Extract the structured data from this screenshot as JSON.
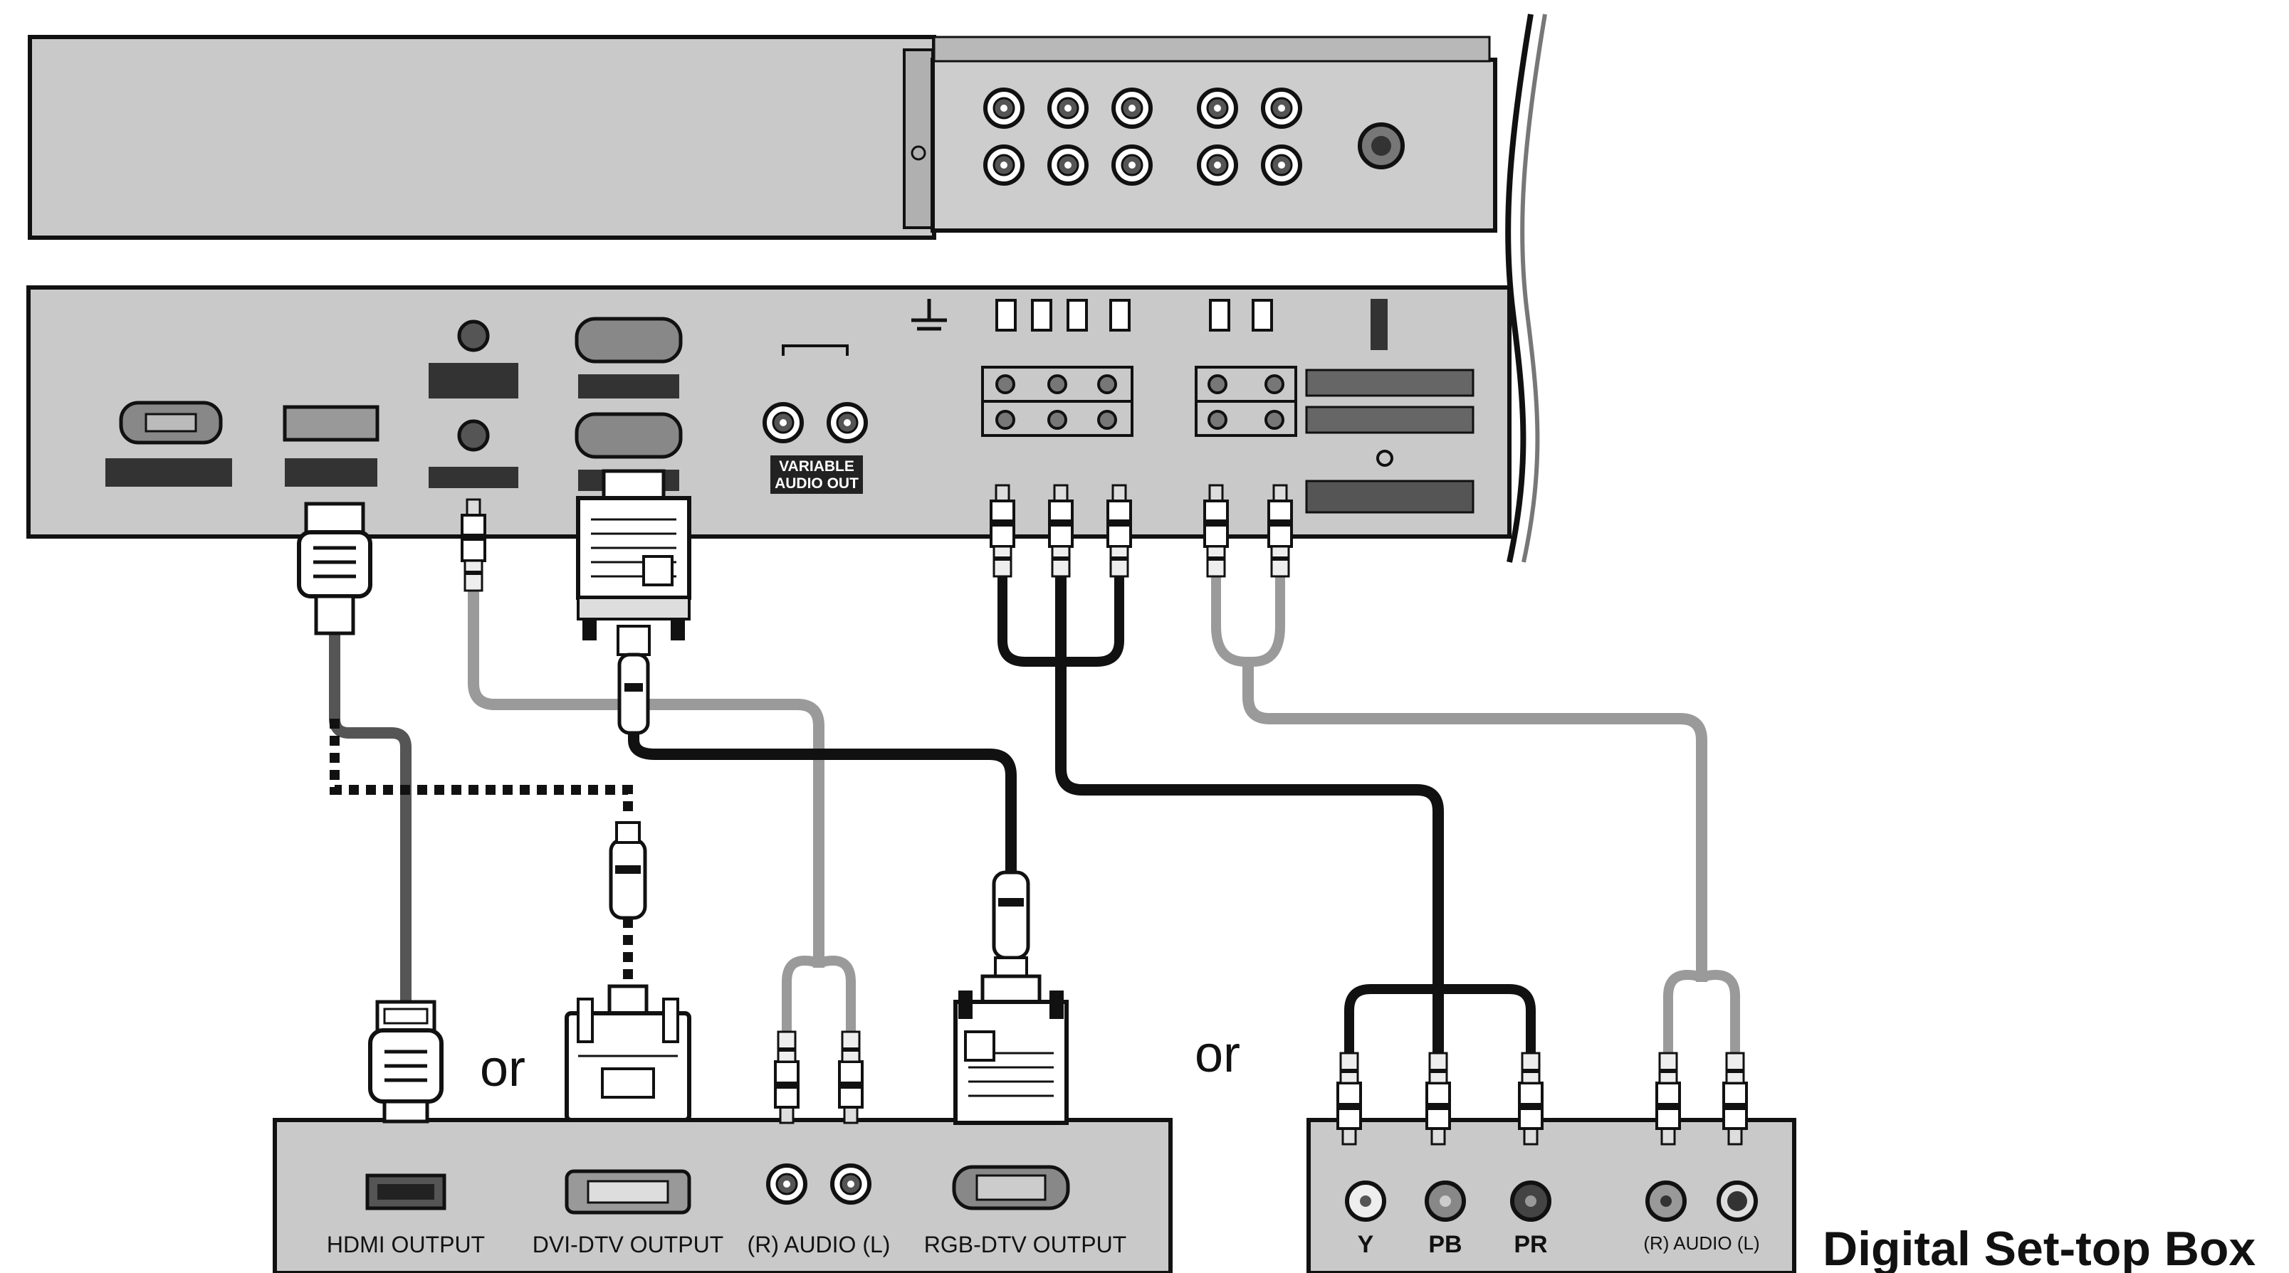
{
  "labels": {
    "or_left": "or",
    "or_right": "or",
    "digital_set_top_box": "Digital Set-top Box",
    "variable_audio_out_1": "VARIABLE",
    "variable_audio_out_2": "AUDIO OUT"
  },
  "source_box_ports": {
    "hdmi_output": "HDMI OUTPUT",
    "dvi_dtv_output": "DVI-DTV OUTPUT",
    "audio_rl": "(R) AUDIO (L)",
    "rgb_dtv_output": "RGB-DTV OUTPUT"
  },
  "set_top_box_ports": {
    "y": "Y",
    "pb": "PB",
    "pr": "PR",
    "audio_rl": "(R) AUDIO (L)"
  },
  "colors": {
    "panel": "#c8c8c8",
    "panel_dark": "#8a8a8a",
    "cable_black": "#111111",
    "cable_gray": "#9a9a9a"
  }
}
